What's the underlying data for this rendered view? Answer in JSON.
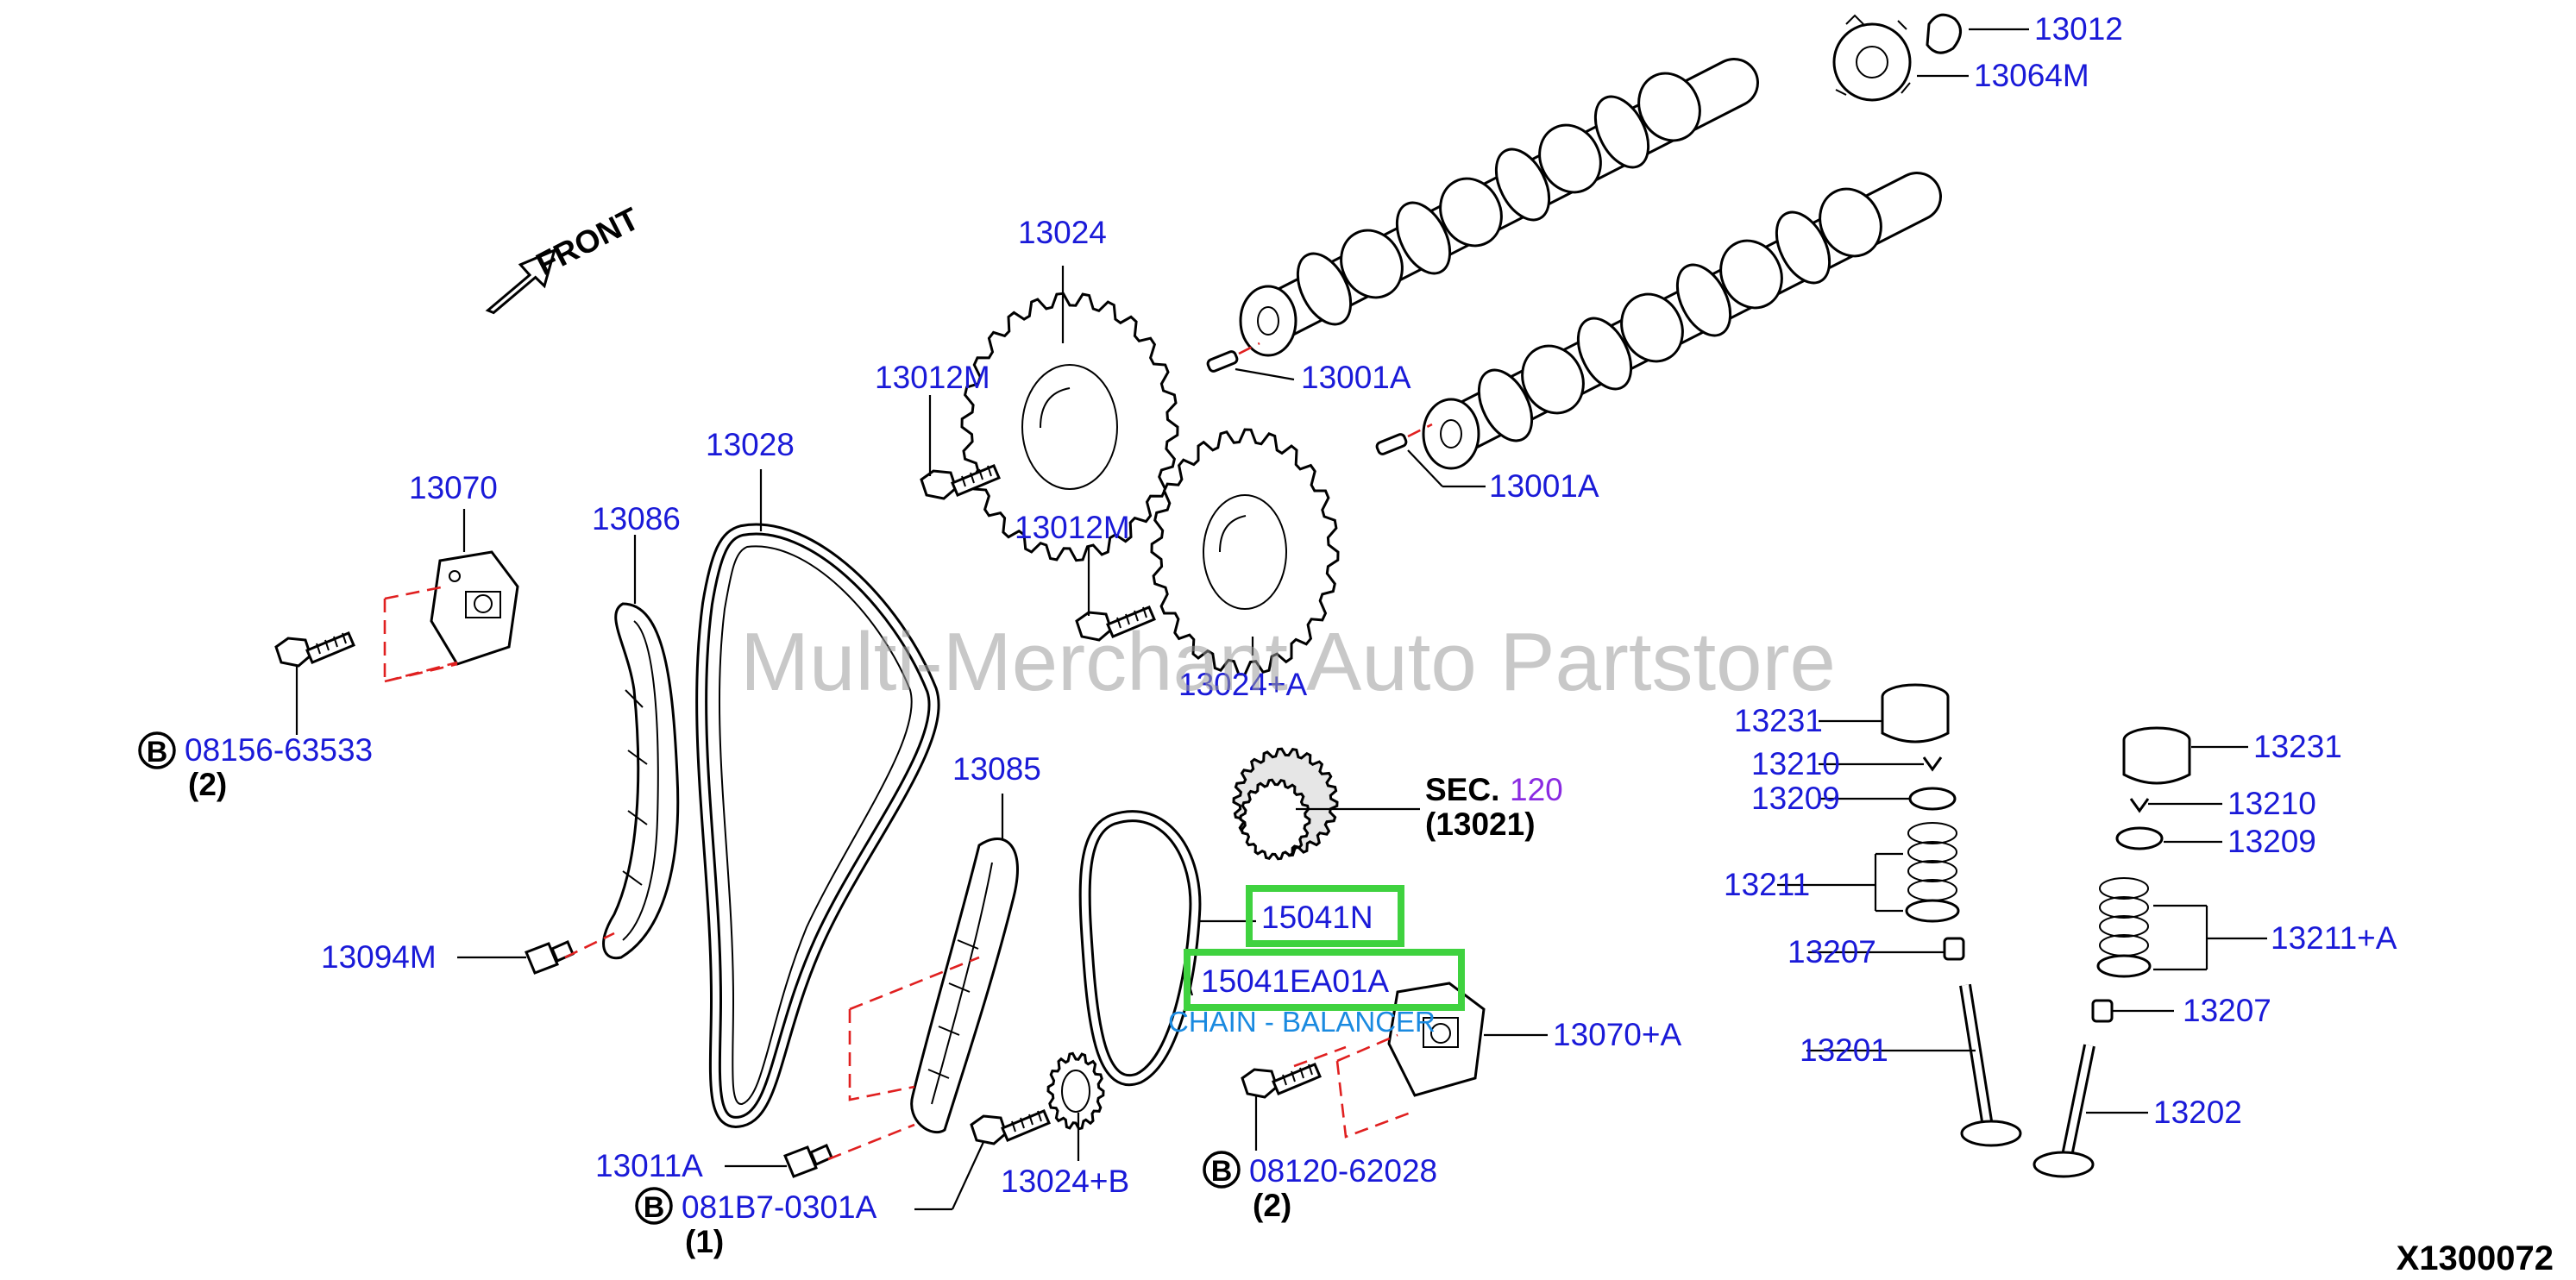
{
  "watermark": "Multi-Merchant Auto Partstore",
  "front_label": "FRONT",
  "diagram_code": "X1300072",
  "bolt_marker": "B",
  "labels": {
    "p13012": "13012",
    "p13064M": "13064M",
    "p13024": "13024",
    "p13001A_1": "13001A",
    "p13001A_2": "13001A",
    "p13012M_1": "13012M",
    "p13012M_2": "13012M",
    "p13028": "13028",
    "p13070": "13070",
    "p13086": "13086",
    "p13024A": "13024+A",
    "p08156": "08156-63533",
    "p08156_qty": "(2)",
    "p13085": "13085",
    "sec_prefix": "SEC.",
    "sec_num": "120",
    "sec_sub": "(13021)",
    "p15041N": "15041N",
    "p15041EA01A": "15041EA01A",
    "chain_note": "CHAIN - BALANCER",
    "p13070A": "13070+A",
    "p13094M": "13094M",
    "p13011A": "13011A",
    "p081B7": "081B7-0301A",
    "p081B7_qty": "(1)",
    "p13024B": "13024+B",
    "p08120": "08120-62028",
    "p08120_qty": "(2)",
    "p13231_1": "13231",
    "p13210_1": "13210",
    "p13209_1": "13209",
    "p13211": "13211",
    "p13207_1": "13207",
    "p13201": "13201",
    "p13231_2": "13231",
    "p13210_2": "13210",
    "p13209_2": "13209",
    "p13211A": "13211+A",
    "p13207_2": "13207",
    "p13202": "13202"
  },
  "colors": {
    "part_number": "#1a1ad8",
    "highlight": "#3fd23f",
    "note": "#1a8ae0",
    "sec_number": "#8a2be2",
    "hidden_line": "#e02020"
  }
}
